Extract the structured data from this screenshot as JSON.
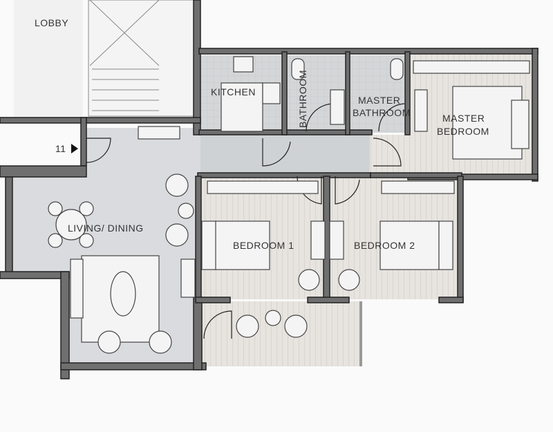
{
  "rooms": {
    "lobby": "LOBBY",
    "kitchen": "KITCHEN",
    "bathroom": "BATHROOM",
    "master_bathroom_line1": "MASTER",
    "master_bathroom_line2": "BATHROOM",
    "master_bedroom_line1": "MASTER",
    "master_bedroom_line2": "BEDROOM",
    "living_dining": "LIVING/ DINING",
    "bedroom1": "BEDROOM 1",
    "bedroom2": "BEDROOM 2"
  },
  "unit_number": "11",
  "colors": {
    "wall": "#6f6f6f",
    "living_floor": "#d9dbde",
    "bedroom_floor": "#e7e4df",
    "corridor_floor": "#cfd2d5"
  }
}
